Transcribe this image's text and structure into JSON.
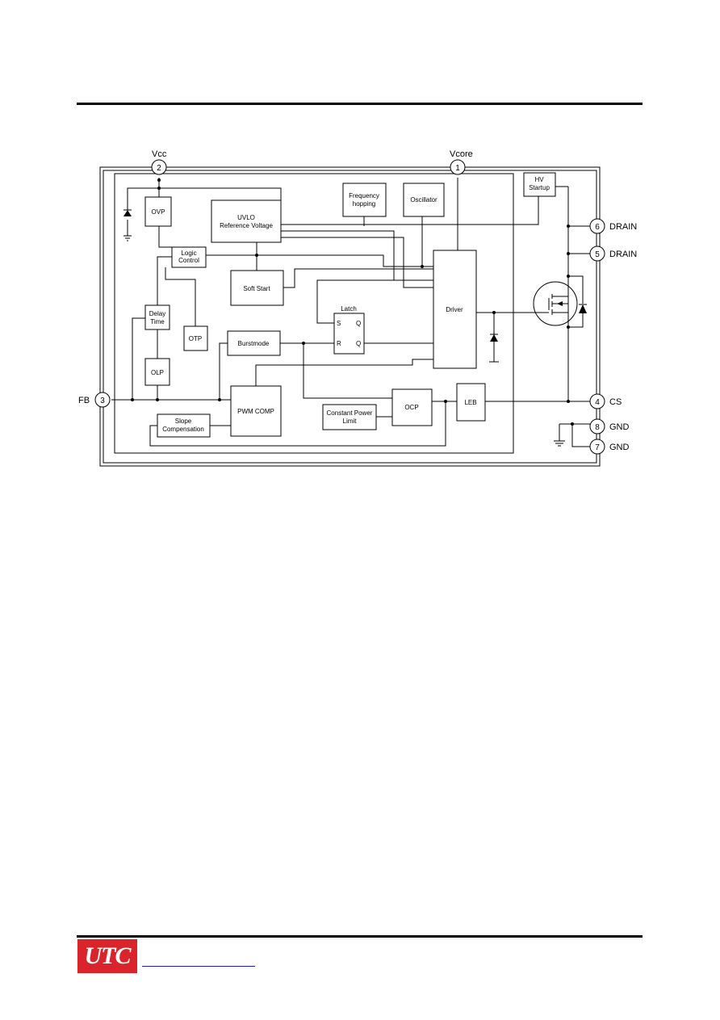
{
  "pins": {
    "vcc": {
      "number": "2",
      "label": "Vcc"
    },
    "vcore": {
      "number": "1",
      "label": "Vcore"
    },
    "fb": {
      "number": "3",
      "label": "FB"
    },
    "drain6": {
      "number": "6",
      "label": "DRAIN"
    },
    "drain5": {
      "number": "5",
      "label": "DRAIN"
    },
    "cs": {
      "number": "4",
      "label": "CS"
    },
    "gnd8": {
      "number": "8",
      "label": "GND"
    },
    "gnd7": {
      "number": "7",
      "label": "GND"
    }
  },
  "blocks": {
    "ovp": "OVP",
    "uvlo_1": "UVLO",
    "uvlo_2": "Reference Voltage",
    "freq_1": "Frequency",
    "freq_2": "hopping",
    "oscillator": "Oscillator",
    "hv_1": "HV",
    "hv_2": "Startup",
    "logic_1": "Logic",
    "logic_2": "Control",
    "softstart": "Soft Start",
    "driver": "Driver",
    "latch": "Latch",
    "latch_s": "S",
    "latch_r": "R",
    "latch_q": "Q",
    "latch_qb": "Q",
    "delay_1": "Delay",
    "delay_2": "Time",
    "otp": "OTP",
    "burst": "Burstmode",
    "olp": "OLP",
    "pwm": "PWM COMP",
    "slope_1": "Slope",
    "slope_2": "Compensation",
    "cpl_1": "Constant Power",
    "cpl_2": "Limit",
    "ocp": "OCP",
    "leb": "LEB"
  },
  "logo": {
    "text": "UTC"
  },
  "colors": {
    "logo_bg": "#d9242b",
    "link": "#1a1acc"
  }
}
